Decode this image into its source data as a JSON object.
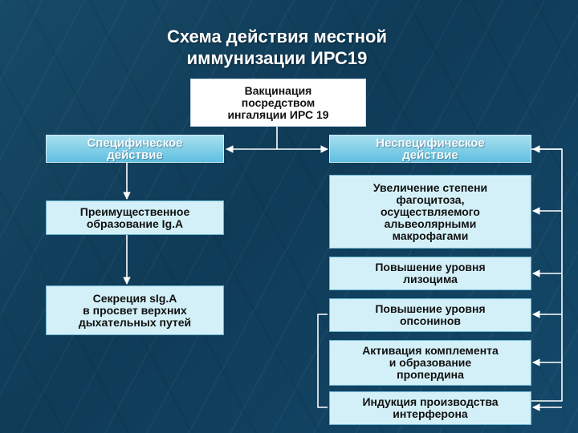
{
  "title": {
    "line1": "Схема действия местной",
    "line2": "иммунизации ИРС19"
  },
  "nodes": {
    "vaccination": [
      "Вакцинация",
      "посредством",
      "ингаляции ИРС 19"
    ],
    "specific": [
      "Специфическое",
      "действие"
    ],
    "nonspecific": [
      "Неспецифическое",
      "действие"
    ],
    "iga_formation": [
      "Преимущественное",
      "образование Ig.A"
    ],
    "siga_secretion": [
      "Секреция sIg.A",
      "в просвет верхних",
      "дыхательных путей"
    ],
    "phagocytosis": [
      "Увеличение степени",
      "фагоцитоза,",
      "осуществляемого",
      "альвеолярными",
      "макрофагами"
    ],
    "lysozyme": [
      "Повышение уровня",
      "лизоцима"
    ],
    "opsonins": [
      "Повышение уровня",
      "опсонинов"
    ],
    "complement": [
      "Активация комплемента",
      "и образование",
      "пропердина"
    ],
    "interferon": [
      "Индукция производства",
      "интерферона"
    ]
  },
  "colors": {
    "background": "#174a66",
    "header_box": "#5fbfe0",
    "content_box": "#d3f0f8",
    "connector": "#ffffff"
  }
}
